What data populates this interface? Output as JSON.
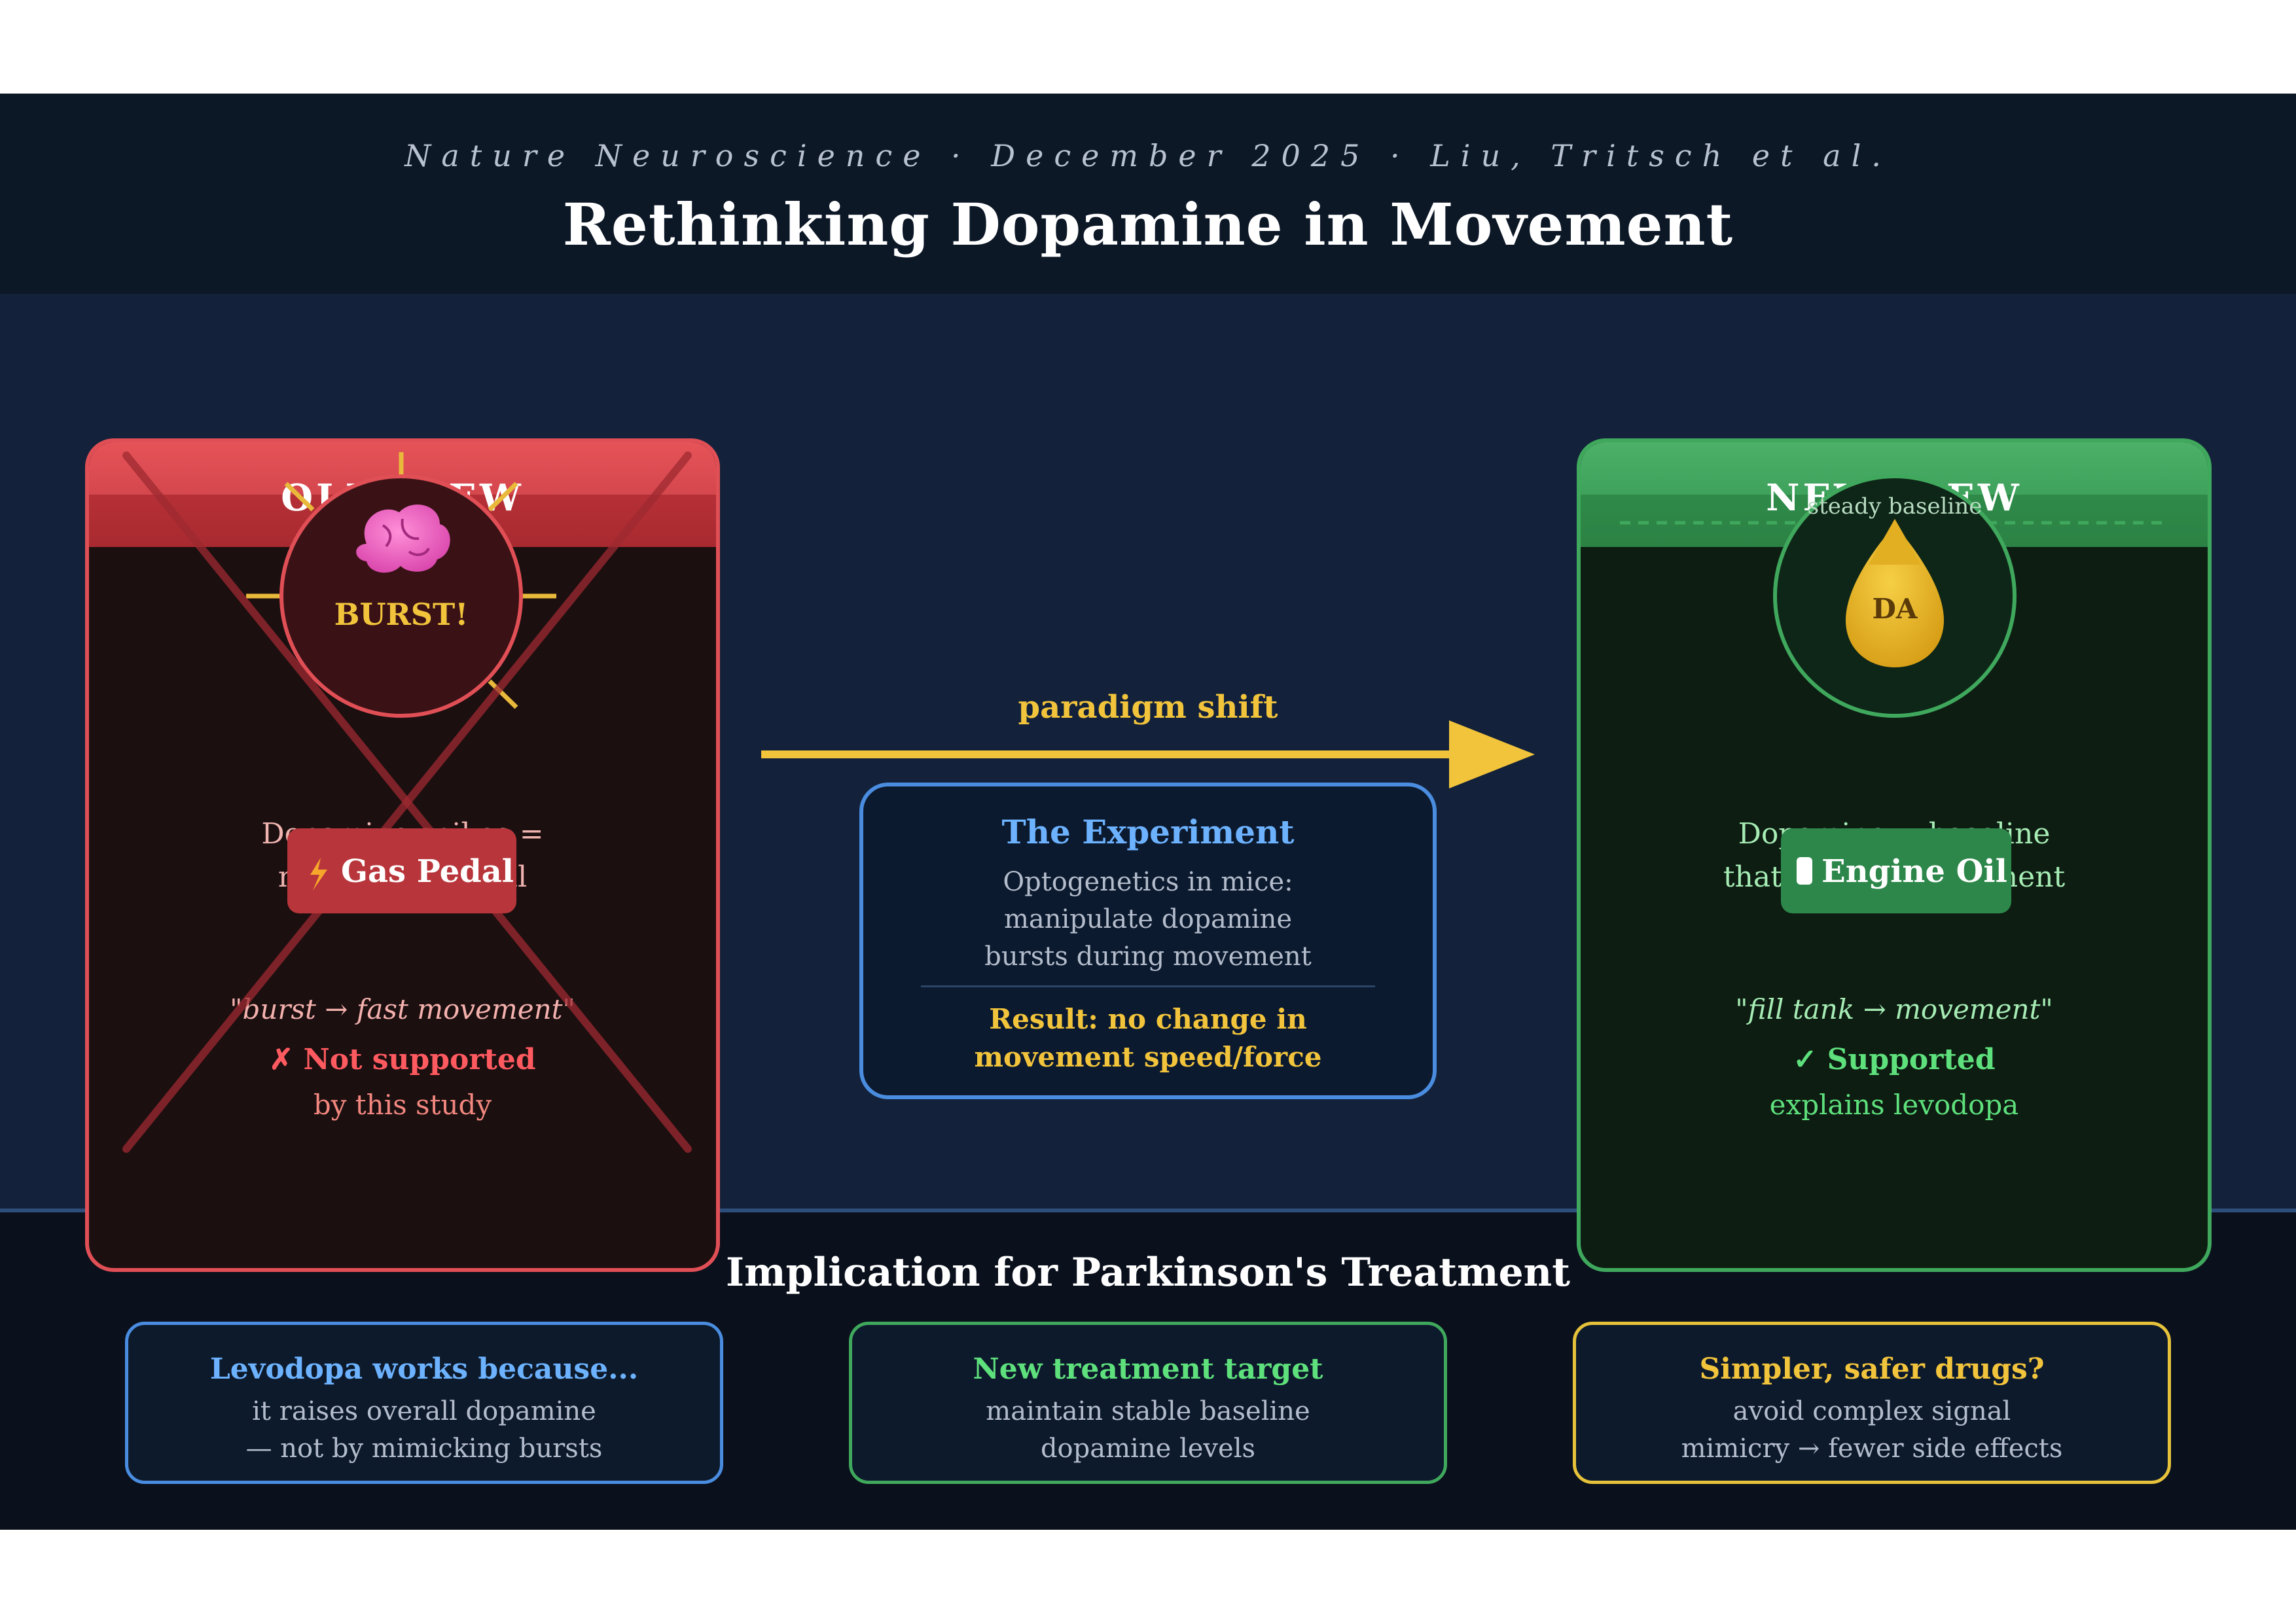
{
  "header": {
    "subtitle": "Nature Neuroscience · December 2025 · Liu, Tritsch et al.",
    "title": "Rethinking Dopamine in Movement"
  },
  "old_view": {
    "label": "OLD VIEW",
    "burst_label": "BURST!",
    "icon": "brain-icon",
    "desc_line1": "Dopamine spikes =",
    "desc_line2": "movement signal",
    "pill_label": "Gas Pedal",
    "pill_icon": "lightning-icon",
    "quote": "\"burst → fast movement\"",
    "verdict": "✗ Not supported",
    "note": "by this study"
  },
  "middle": {
    "arrow_label": "paradigm shift",
    "experiment": {
      "title": "The Experiment",
      "line1": "Optogenetics in mice:",
      "line2": "manipulate dopamine",
      "line3": "bursts during movement",
      "result1": "Result: no change in",
      "result2": "movement speed/force"
    }
  },
  "new_view": {
    "label": "NEW VIEW",
    "baseline_label": "steady baseline",
    "drop_label": "DA",
    "desc_line1": "Dopamine = baseline",
    "desc_line2": "that enables movement",
    "pill_label": "Engine Oil",
    "pill_icon": "oil-can-icon",
    "quote": "\"fill tank → movement\"",
    "verdict": "✓ Supported",
    "note": "explains levodopa"
  },
  "implications": {
    "title": "Implication for Parkinson's Treatment",
    "boxes": [
      {
        "heading": "Levodopa works because...",
        "line1": "it raises overall dopamine",
        "line2": "— not by mimicking bursts"
      },
      {
        "heading": "New treatment target",
        "line1": "maintain stable baseline",
        "line2": "dopamine levels"
      },
      {
        "heading": "Simpler, safer drugs?",
        "line1": "avoid complex signal",
        "line2": "mimicry → fewer side effects"
      }
    ]
  },
  "colors": {
    "old_accent": "#e04f55",
    "new_accent": "#3fa85d",
    "highlight": "#f2c43c",
    "experiment_accent": "#4a8de0"
  }
}
